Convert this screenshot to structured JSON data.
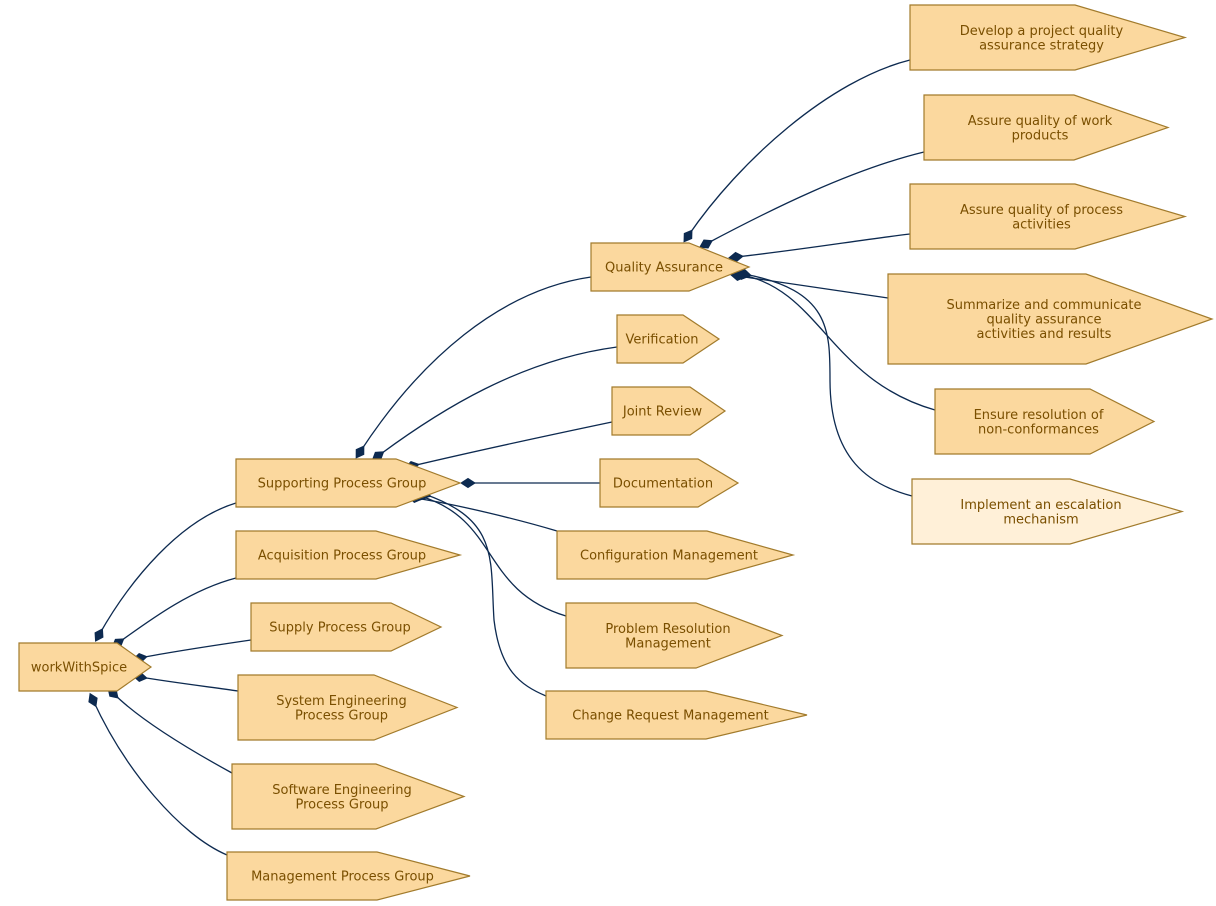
{
  "colors": {
    "node_fill": "#fbd89e",
    "node_fill_highlight": "#fff0d8",
    "node_stroke": "#a27b2c",
    "label_color": "#7a4f00",
    "edge_color": "#0d2a50"
  },
  "nodes": [
    {
      "id": "root",
      "lines": [
        "workWithSpice"
      ]
    },
    {
      "id": "support",
      "lines": [
        "Supporting Process Group"
      ]
    },
    {
      "id": "acq",
      "lines": [
        "Acquisition Process Group"
      ]
    },
    {
      "id": "supply",
      "lines": [
        "Supply Process Group"
      ]
    },
    {
      "id": "syseng",
      "lines": [
        "System Engineering",
        "Process Group"
      ]
    },
    {
      "id": "sweng",
      "lines": [
        "Software Engineering",
        "Process Group"
      ]
    },
    {
      "id": "mgmt",
      "lines": [
        "Management Process Group"
      ]
    },
    {
      "id": "qa",
      "lines": [
        "Quality Assurance"
      ]
    },
    {
      "id": "verif",
      "lines": [
        "Verification"
      ]
    },
    {
      "id": "joint",
      "lines": [
        "Joint Review"
      ]
    },
    {
      "id": "doc",
      "lines": [
        "Documentation"
      ]
    },
    {
      "id": "config",
      "lines": [
        "Configuration Management"
      ]
    },
    {
      "id": "problem",
      "lines": [
        "Problem Resolution",
        "Management"
      ]
    },
    {
      "id": "change",
      "lines": [
        "Change Request Management"
      ]
    },
    {
      "id": "qa1",
      "lines": [
        "Develop a project quality",
        "assurance strategy"
      ]
    },
    {
      "id": "qa2",
      "lines": [
        "Assure quality of work",
        "products"
      ]
    },
    {
      "id": "qa3",
      "lines": [
        "Assure quality of process",
        "activities"
      ]
    },
    {
      "id": "qa4",
      "lines": [
        "Summarize and communicate",
        "quality assurance",
        "activities and results"
      ]
    },
    {
      "id": "qa5",
      "lines": [
        "Ensure resolution of",
        "non-conformances"
      ]
    },
    {
      "id": "qa6",
      "lines": [
        "Implement an escalation",
        "mechanism"
      ],
      "highlight": true
    }
  ],
  "edges": [
    {
      "from": "root",
      "to": "support"
    },
    {
      "from": "root",
      "to": "acq"
    },
    {
      "from": "root",
      "to": "supply"
    },
    {
      "from": "root",
      "to": "syseng"
    },
    {
      "from": "root",
      "to": "sweng"
    },
    {
      "from": "root",
      "to": "mgmt"
    },
    {
      "from": "support",
      "to": "qa"
    },
    {
      "from": "support",
      "to": "verif"
    },
    {
      "from": "support",
      "to": "joint"
    },
    {
      "from": "support",
      "to": "doc"
    },
    {
      "from": "support",
      "to": "config"
    },
    {
      "from": "support",
      "to": "problem"
    },
    {
      "from": "support",
      "to": "change"
    },
    {
      "from": "qa",
      "to": "qa1"
    },
    {
      "from": "qa",
      "to": "qa2"
    },
    {
      "from": "qa",
      "to": "qa3"
    },
    {
      "from": "qa",
      "to": "qa4"
    },
    {
      "from": "qa",
      "to": "qa5"
    },
    {
      "from": "qa",
      "to": "qa6"
    }
  ]
}
